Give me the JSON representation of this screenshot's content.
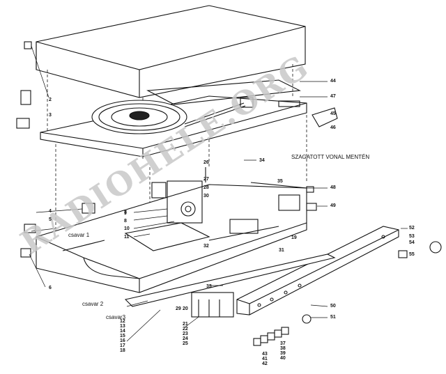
{
  "annotations": {
    "cut_note": "SZAGATOTT VONAL MENTÉN",
    "screw_1": "csavar 1",
    "screw_2": "csavar 2",
    "screw_3": "csavar3"
  },
  "watermark": "RADIOHELE.ORG",
  "part_numbers": [
    "2",
    "3",
    "4",
    "5",
    "6",
    "7",
    "8",
    "9",
    "10",
    "11",
    "12",
    "13",
    "14",
    "15",
    "16",
    "17",
    "18",
    "19",
    "20",
    "21",
    "22",
    "23",
    "24",
    "25",
    "26",
    "27",
    "28",
    "29",
    "30",
    "31",
    "32",
    "33",
    "34",
    "35",
    "37",
    "38",
    "39",
    "40",
    "41",
    "42",
    "43",
    "44",
    "45",
    "46",
    "47",
    "48",
    "49",
    "50",
    "51",
    "52",
    "53",
    "54",
    "55"
  ],
  "colors": {
    "ink": "#111111",
    "paper": "#ffffff",
    "watermark": "#c8c8c8"
  }
}
